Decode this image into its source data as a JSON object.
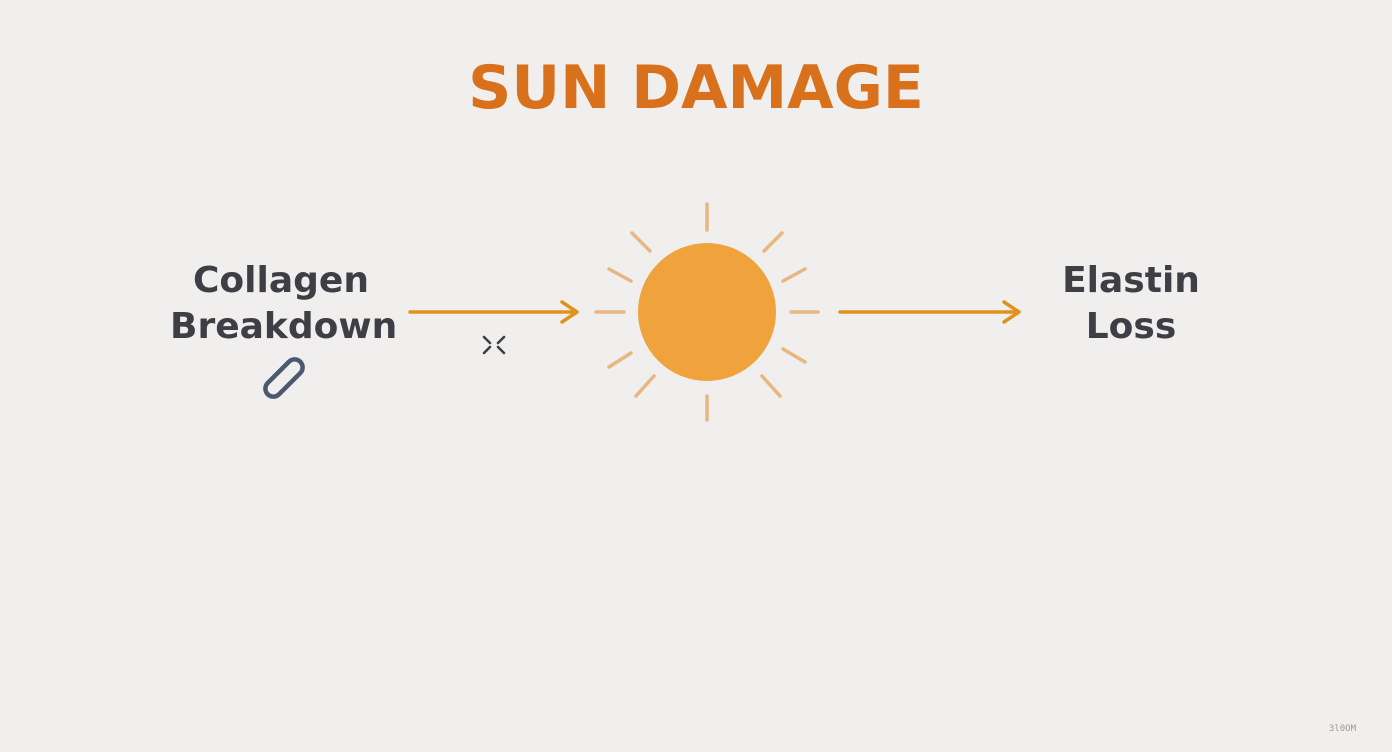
{
  "title": "SUN DAMAGE",
  "nodes": {
    "left": {
      "line1": "Collagen",
      "line2": "Breakdown",
      "icon": "chain-link-icon"
    },
    "center": {
      "icon": "sun-icon"
    },
    "right": {
      "line1": "Elastin",
      "line2": "Loss"
    }
  },
  "decor": {
    "cross_icon": "broken-fibers-icon"
  },
  "watermark": "3l0OM",
  "colors": {
    "background": "#f0efed",
    "title": "#d8701c",
    "arrow": "#e0921e",
    "sun": "#f0a23c",
    "rays": "#e8b681",
    "text": "#3e3f44",
    "link": "#4a5870"
  }
}
